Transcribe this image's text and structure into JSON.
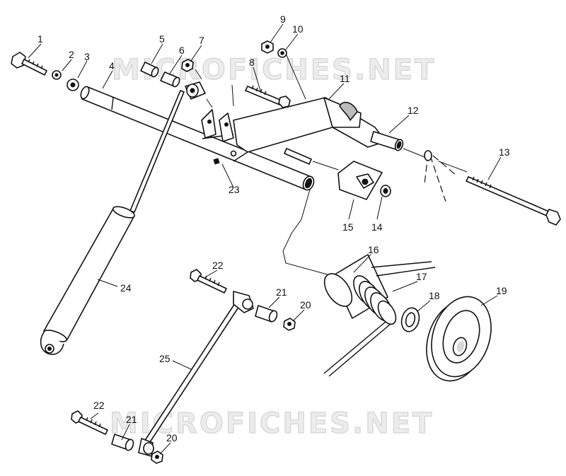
{
  "watermark": {
    "text": "MICROFICHES.NET",
    "color": "#e6e6e6"
  },
  "callouts": [
    "1",
    "2",
    "3",
    "4",
    "5",
    "6",
    "7",
    "8",
    "9",
    "10",
    "11",
    "12",
    "13",
    "14",
    "15",
    "16",
    "17",
    "18",
    "19",
    "20",
    "20",
    "21",
    "21",
    "22",
    "22",
    "23",
    "24",
    "25"
  ],
  "colors": {
    "line": "#111111",
    "background": "#ffffff"
  }
}
